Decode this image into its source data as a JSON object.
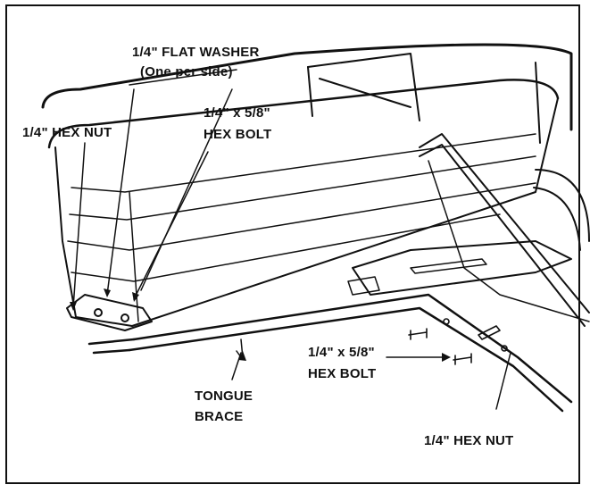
{
  "callouts": {
    "flat_washer_line1": "1/4\" FLAT WASHER",
    "flat_washer_line2": "(One per side)",
    "hex_nut_left": "1/4\" HEX NUT",
    "hex_bolt_top_line1": "1/4\" x 5/8\"",
    "hex_bolt_top_line2": "HEX BOLT",
    "tongue_brace_line1": "TONGUE",
    "tongue_brace_line2": "BRACE",
    "hex_bolt_bottom_line1": "1/4\" x 5/8\"",
    "hex_bolt_bottom_line2": "HEX BOLT",
    "hex_nut_right": "1/4\" HEX NUT"
  }
}
